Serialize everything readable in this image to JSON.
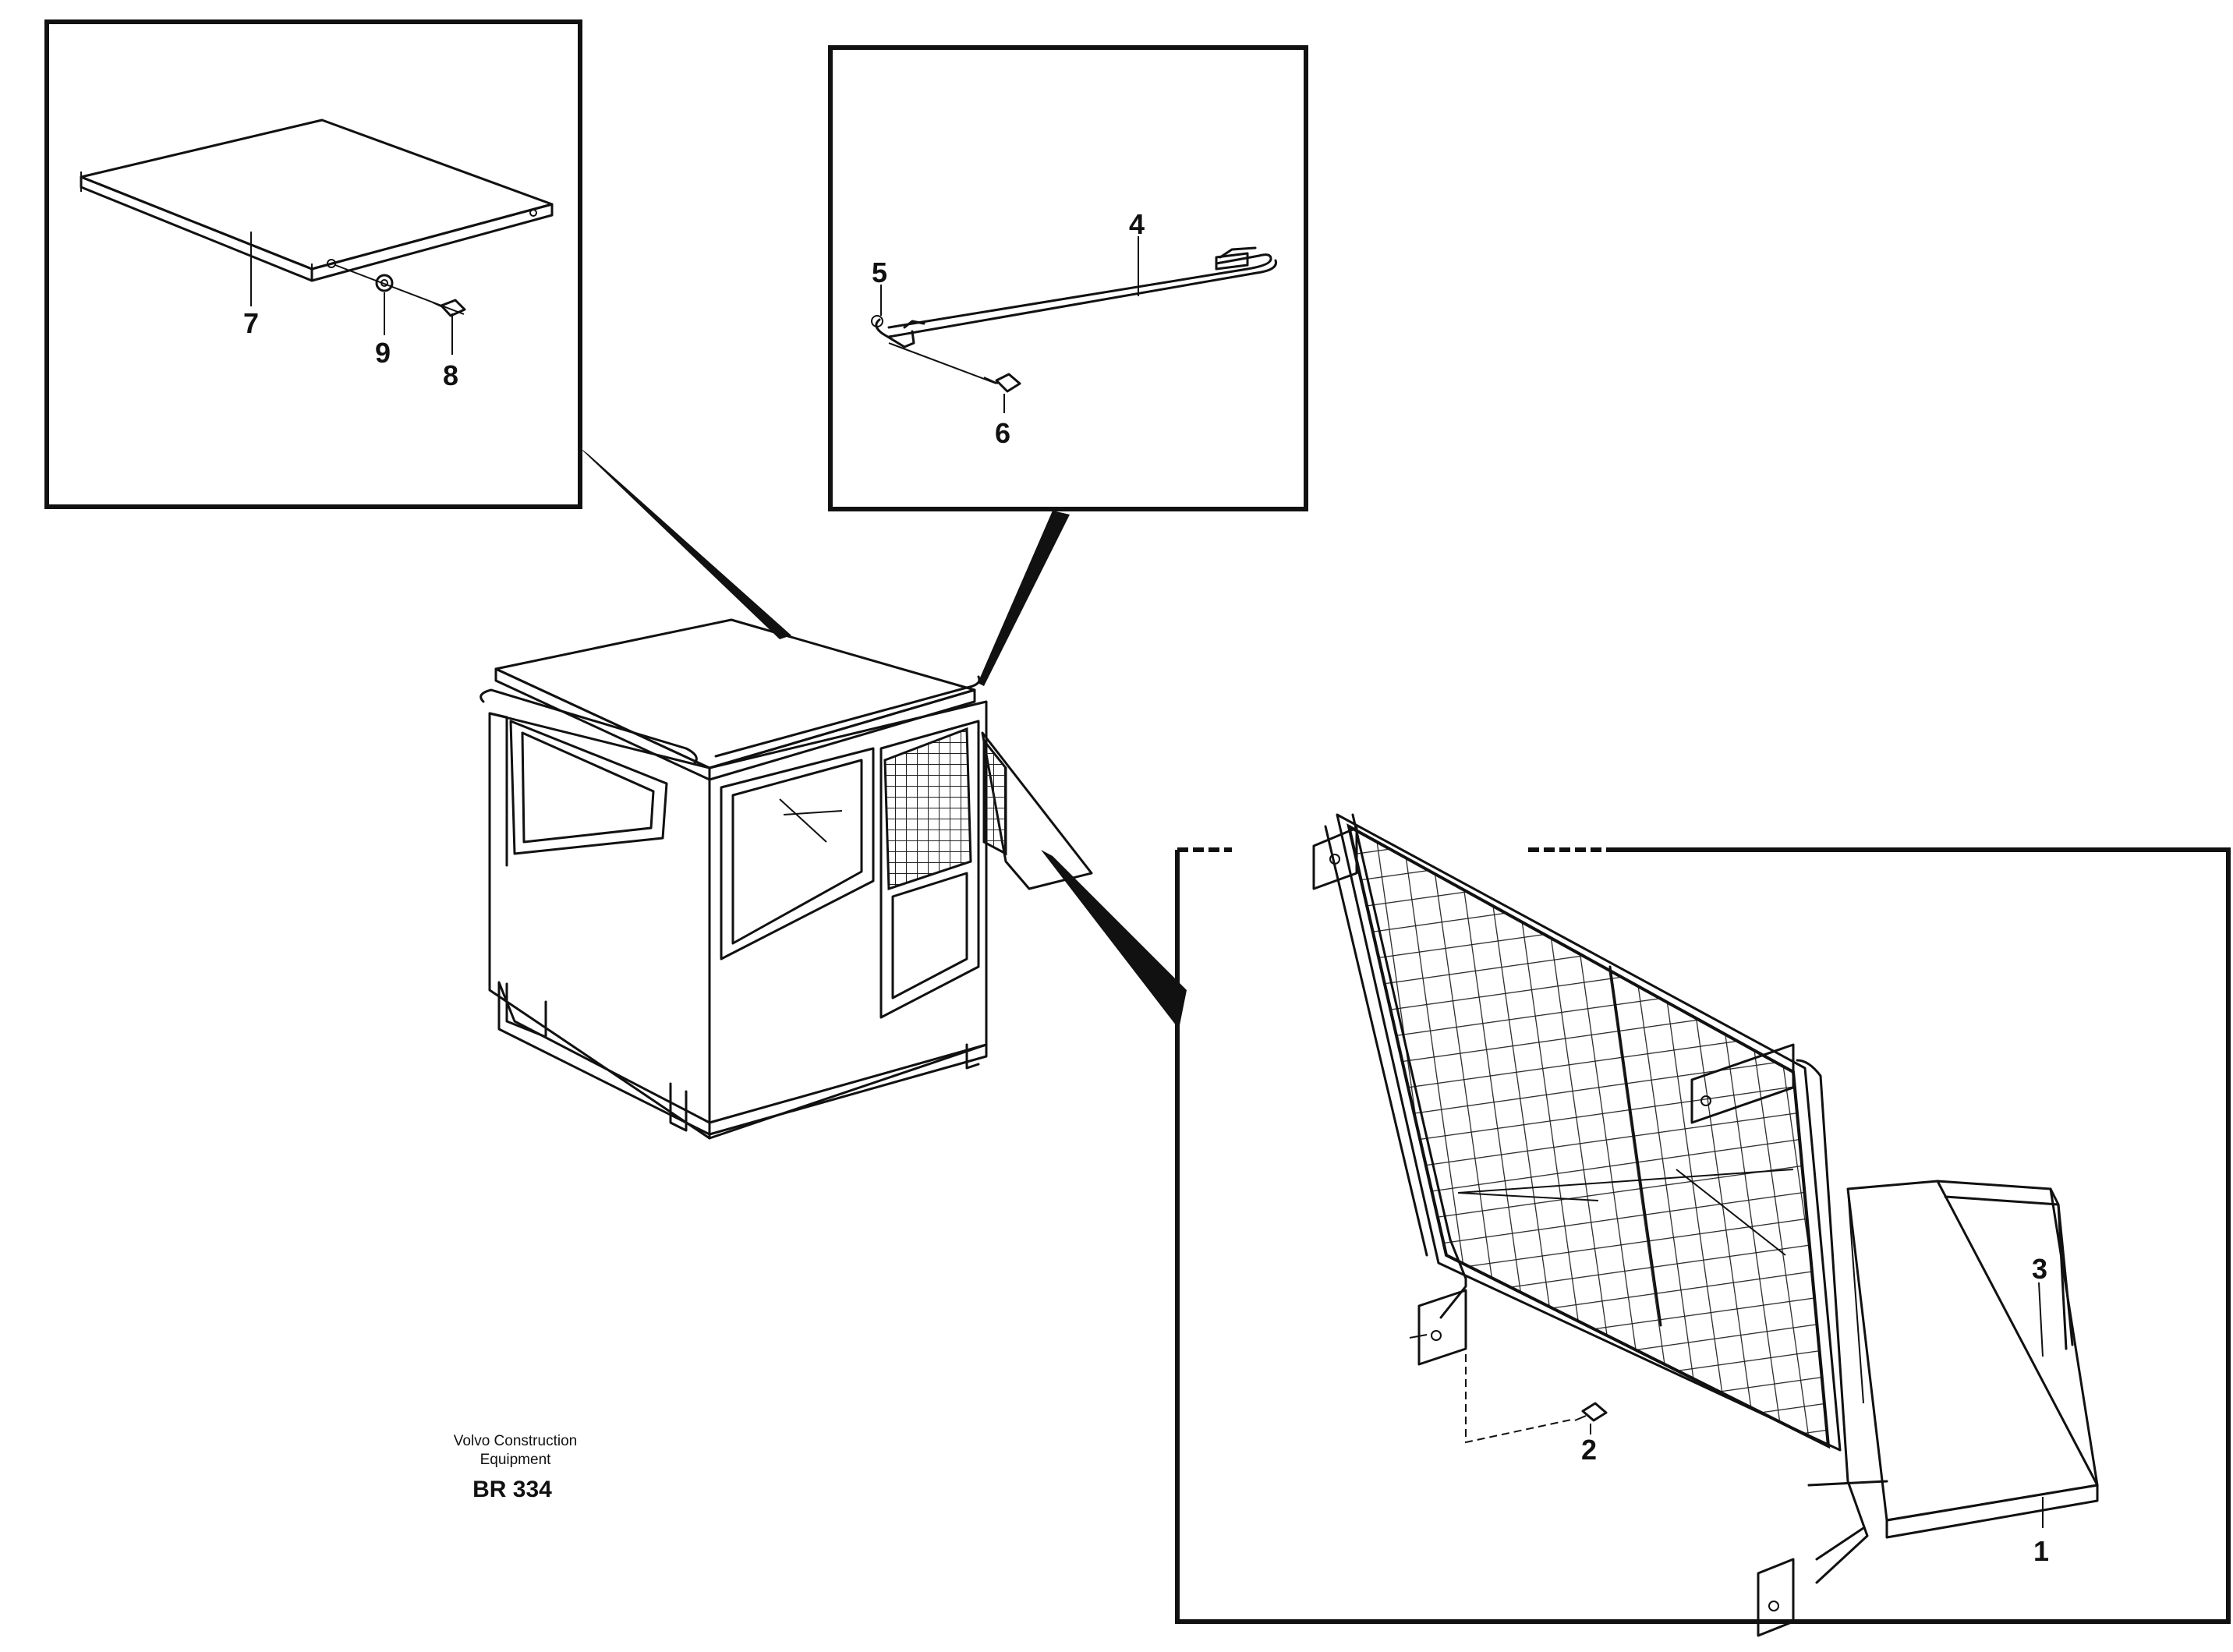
{
  "callouts": {
    "c1": "1",
    "c2": "2",
    "c3": "3",
    "c4": "4",
    "c5": "5",
    "c6": "6",
    "c7": "7",
    "c8": "8",
    "c9": "9"
  },
  "footer": {
    "company_line1": "Volvo Construction",
    "company_line2": "Equipment",
    "drawing_code": "BR 334"
  }
}
